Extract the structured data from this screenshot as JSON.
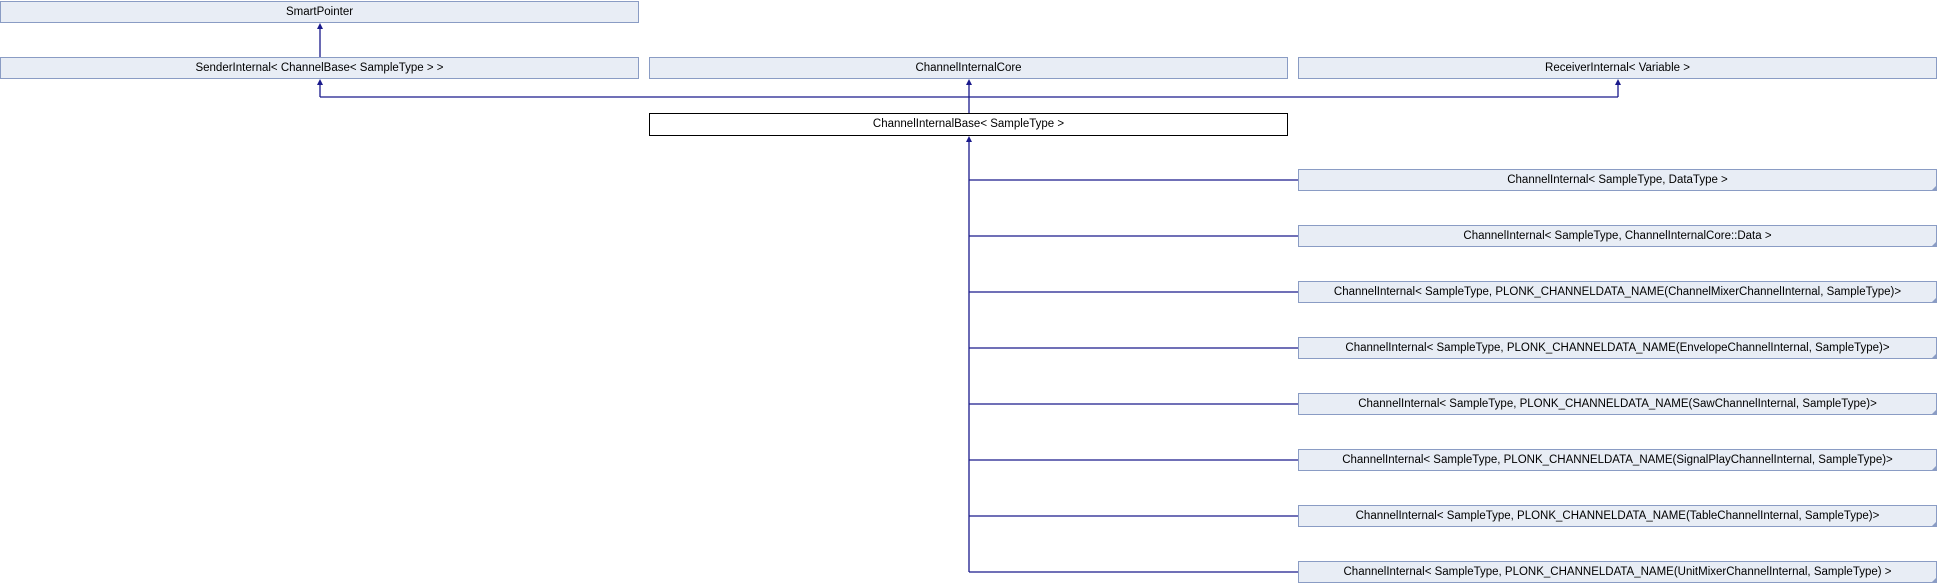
{
  "diagram": {
    "nodes": {
      "smart_pointer": "SmartPointer",
      "sender_internal": "SenderInternal< ChannelBase< SampleType > >",
      "channel_internal_core": "ChannelInternalCore",
      "receiver_internal": "ReceiverInternal< Variable >",
      "channel_internal_base": "ChannelInternalBase< SampleType >"
    },
    "derived": [
      "ChannelInternal< SampleType, DataType >",
      "ChannelInternal< SampleType, ChannelInternalCore::Data >",
      "ChannelInternal< SampleType, PLONK_CHANNELDATA_NAME(ChannelMixerChannelInternal, SampleType)>",
      "ChannelInternal< SampleType, PLONK_CHANNELDATA_NAME(EnvelopeChannelInternal, SampleType)>",
      "ChannelInternal< SampleType, PLONK_CHANNELDATA_NAME(SawChannelInternal, SampleType)>",
      "ChannelInternal< SampleType, PLONK_CHANNELDATA_NAME(SignalPlayChannelInternal, SampleType)>",
      "ChannelInternal< SampleType, PLONK_CHANNELDATA_NAME(TableChannelInternal, SampleType)>",
      "ChannelInternal< SampleType, PLONK_CHANNELDATA_NAME(UnitMixerChannelInternal, SampleType) >"
    ],
    "colors": {
      "node_fill": "#e8edf5",
      "node_border": "#8a9cc4",
      "current_border": "#000000",
      "edge": "#1a1a8c"
    }
  }
}
